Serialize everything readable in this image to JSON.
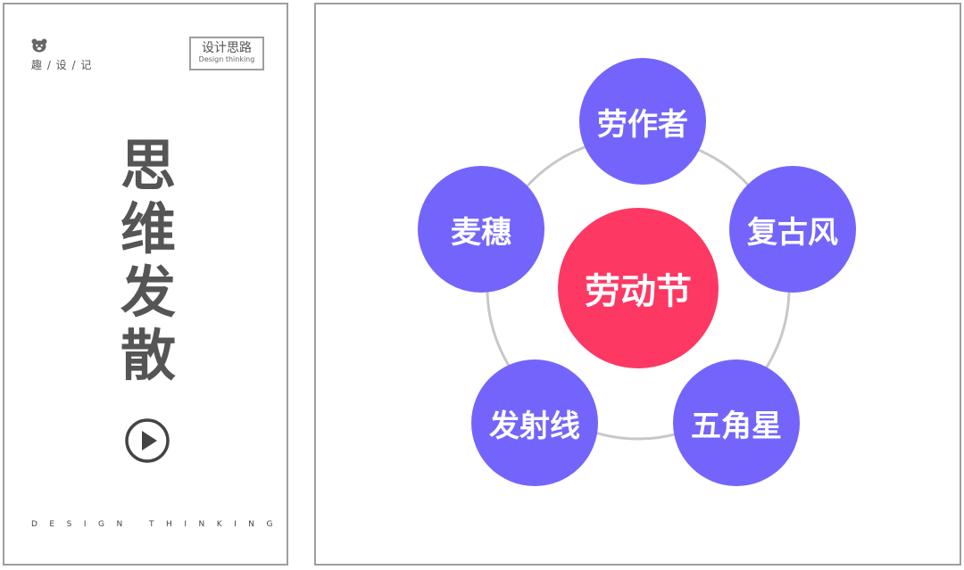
{
  "left": {
    "brand_icon": "bear-head-icon",
    "brand_text": "趣 / 设 / 记",
    "tag_title": "设计思路",
    "tag_subtitle": "Design thinking",
    "vertical_title": "思维发散",
    "play_icon": "play-circle-icon",
    "footer": "DESIGN THINKING"
  },
  "diagram": {
    "center": {
      "label": "劳动节",
      "color": "#fc3863"
    },
    "outer_color": "#7365fb",
    "ring_color": "#c8c8c8",
    "nodes": [
      {
        "label": "劳作者"
      },
      {
        "label": "复古风"
      },
      {
        "label": "五角星"
      },
      {
        "label": "发射线"
      },
      {
        "label": "麦穗"
      }
    ]
  }
}
